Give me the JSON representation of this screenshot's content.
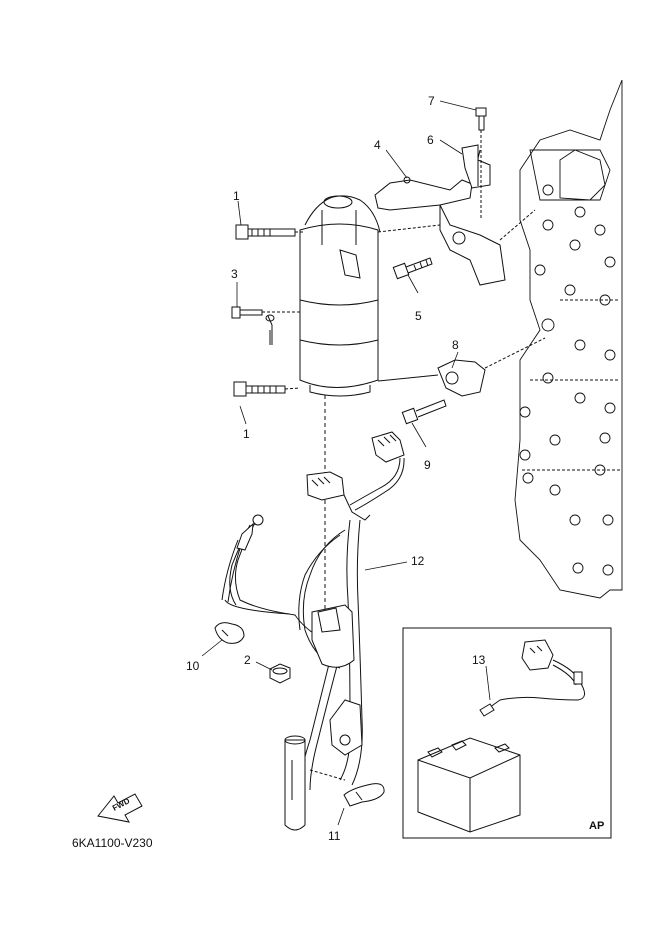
{
  "diagram": {
    "code": "6KA1100-V230",
    "inset_label": "AP",
    "fwd_label": "FWD",
    "callouts": [
      {
        "id": "c1a",
        "text": "1"
      },
      {
        "id": "c1b",
        "text": "1"
      },
      {
        "id": "c2",
        "text": "2"
      },
      {
        "id": "c3",
        "text": "3"
      },
      {
        "id": "c4",
        "text": "4"
      },
      {
        "id": "c5",
        "text": "5"
      },
      {
        "id": "c6",
        "text": "6"
      },
      {
        "id": "c7",
        "text": "7"
      },
      {
        "id": "c8",
        "text": "8"
      },
      {
        "id": "c9",
        "text": "9"
      },
      {
        "id": "c10",
        "text": "10"
      },
      {
        "id": "c11",
        "text": "11"
      },
      {
        "id": "c12",
        "text": "12"
      },
      {
        "id": "c13",
        "text": "13"
      }
    ]
  }
}
